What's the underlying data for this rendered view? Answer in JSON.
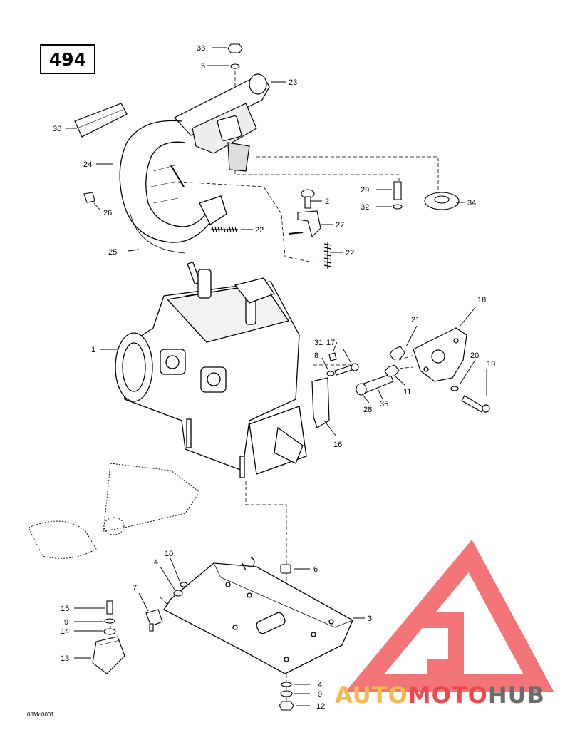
{
  "page_number": "494",
  "reference_code": "08Mo0001",
  "brand": {
    "part1": "AUTO",
    "part2": "MOTO",
    "part3": "HUB",
    "colors": {
      "auto": "#f7b94e",
      "moto": "#f0474a",
      "hub": "#6b6b6b",
      "logo": "#f0474a"
    }
  },
  "callouts": [
    {
      "n": "33"
    },
    {
      "n": "5"
    },
    {
      "n": "23"
    },
    {
      "n": "30"
    },
    {
      "n": "24"
    },
    {
      "n": "2"
    },
    {
      "n": "29"
    },
    {
      "n": "32"
    },
    {
      "n": "34"
    },
    {
      "n": "26"
    },
    {
      "n": "27"
    },
    {
      "n": "22"
    },
    {
      "n": "25"
    },
    {
      "n": "22"
    },
    {
      "n": "18"
    },
    {
      "n": "21"
    },
    {
      "n": "31"
    },
    {
      "n": "17"
    },
    {
      "n": "1"
    },
    {
      "n": "8"
    },
    {
      "n": "20"
    },
    {
      "n": "19"
    },
    {
      "n": "11"
    },
    {
      "n": "28"
    },
    {
      "n": "35"
    },
    {
      "n": "16"
    },
    {
      "n": "10"
    },
    {
      "n": "6"
    },
    {
      "n": "4"
    },
    {
      "n": "7"
    },
    {
      "n": "15"
    },
    {
      "n": "3"
    },
    {
      "n": "9"
    },
    {
      "n": "14"
    },
    {
      "n": "13"
    },
    {
      "n": "4"
    },
    {
      "n": "9"
    },
    {
      "n": "12"
    }
  ]
}
